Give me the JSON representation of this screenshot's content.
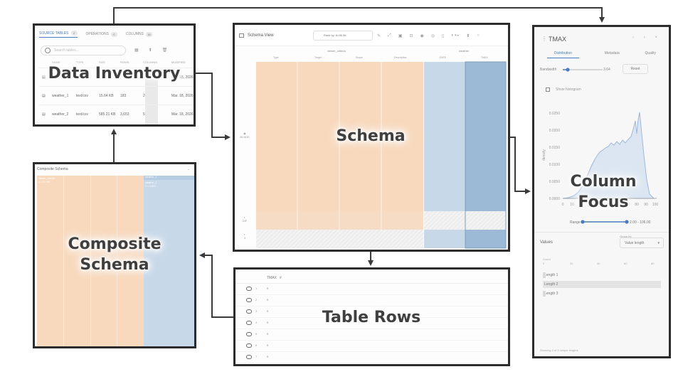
{
  "labels": {
    "data_inventory": "Data Inventory",
    "schema": "Schema",
    "column_focus": "Column\nFocus",
    "composite_schema": "Composite\nSchema",
    "table_rows": "Table Rows"
  },
  "inventory": {
    "tabs": [
      {
        "label": "SOURCE TABLES",
        "badge": "2"
      },
      {
        "label": "OPERATIONS",
        "badge": "0"
      },
      {
        "label": "COLUMNS",
        "badge": "16"
      }
    ],
    "search_placeholder": "Search tables...",
    "columns": [
      "NAME",
      "TYPE",
      "SIZE",
      "ROWS",
      "COLUMNS",
      "MODIFIED"
    ],
    "rows": [
      {
        "name": "",
        "type": "",
        "size": "",
        "rows": "",
        "columns": "",
        "modified": "Mar. 18, 2026"
      },
      {
        "name": "weather_1",
        "type": "text/csv",
        "size": "15.64 KB",
        "rows": "183",
        "columns": "2",
        "modified": "Mar. 18, 2026"
      },
      {
        "name": "weather_2",
        "type": "text/csv",
        "size": "585.21 KB",
        "rows": "3,653",
        "columns": "5",
        "modified": "Mar. 18, 2026"
      }
    ]
  },
  "schema_view": {
    "title": "Schema View",
    "select_value": "Rank by: 8×56.96",
    "group_left": "viewer_criteria",
    "group_right": "weather",
    "col_names": [
      "Type",
      "Target",
      "Scope",
      "Description",
      "DATE",
      "TMAX"
    ],
    "left_labels": [
      "56 ADE",
      "DIF",
      "3"
    ]
  },
  "column_focus": {
    "title": "TMAX",
    "controls": "‹ › ×",
    "tabs": [
      "Distribution",
      "Metadata",
      "Quality"
    ],
    "bandwidth_label": "Bandwidth",
    "bandwidth_value": "3.64",
    "reset_label": "Reset",
    "show_histogram": "Show histogram",
    "y_axis_label": "density",
    "y_ticks": [
      "0.0250",
      "0.0200",
      "0.0150",
      "0.0100",
      "0.0050",
      "0.0000"
    ],
    "x_ticks": [
      "0",
      "10",
      "20",
      "30",
      "40",
      "50",
      "60",
      "70",
      "80",
      "90",
      "100"
    ],
    "range_label": "Range",
    "range_value": "2.00 - 106.00",
    "values_label": "Values",
    "group_by_label": "Group by",
    "group_by_value": "Value length",
    "count_label": "Count",
    "count_ticks": [
      "0",
      "20",
      "40",
      "60",
      "80"
    ],
    "lengths": [
      "Length 1",
      "Length 2",
      "Length 3"
    ],
    "footer": "Showing 3 of 3 unique lengths"
  },
  "table_rows": {
    "header": "TMAX",
    "header_type": "#",
    "rows": [
      {
        "idx": "1",
        "val": "0"
      },
      {
        "idx": "2",
        "val": "0"
      },
      {
        "idx": "3",
        "val": "0"
      },
      {
        "idx": "4",
        "val": "0"
      },
      {
        "idx": "5",
        "val": "0"
      },
      {
        "idx": "6",
        "val": "0"
      },
      {
        "idx": "7",
        "val": "0"
      }
    ]
  },
  "composite": {
    "title": "Composite Schema",
    "left_block": "viewer_criteria",
    "left_sub": "4 × 4 × 56",
    "right_block": "weather_1",
    "right_block_2": "weather_2",
    "right_sub": "2 × 3,653"
  },
  "colors": {
    "orange": "#f8d9bd",
    "blue_light": "#c7d8e9",
    "blue_dark": "#9cb9d6",
    "accent": "#4a7bbf",
    "border": "#2c2c2c"
  }
}
